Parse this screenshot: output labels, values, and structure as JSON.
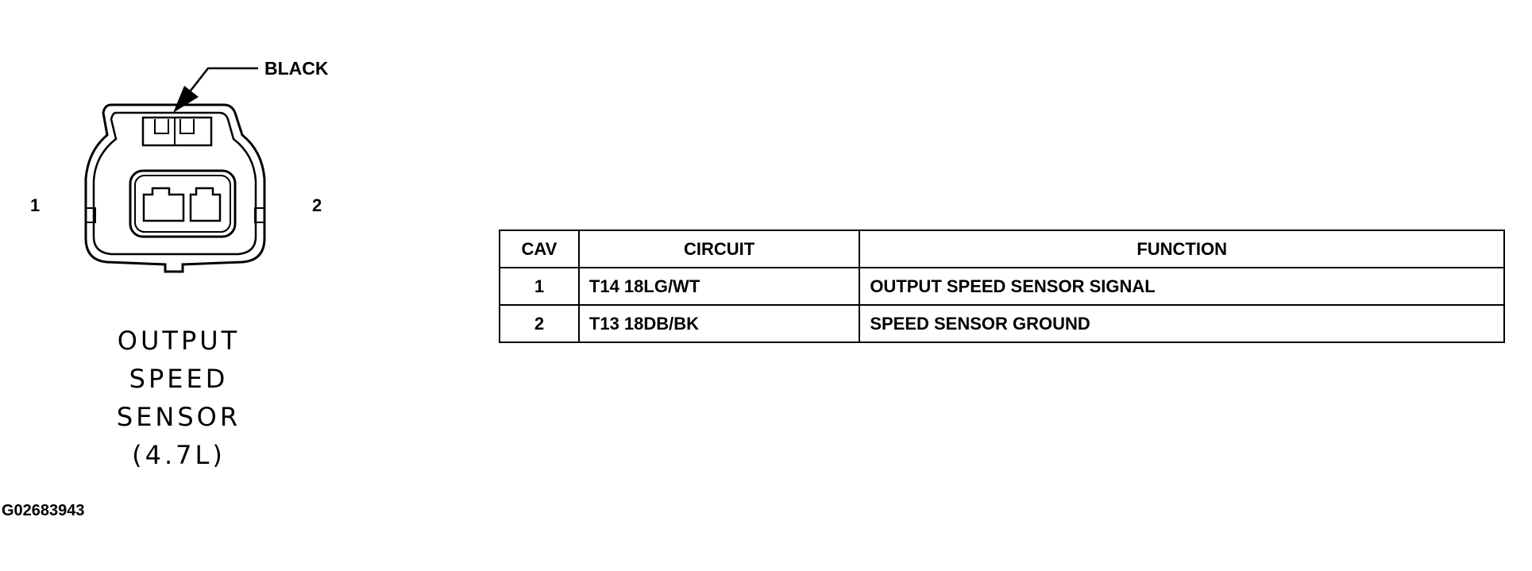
{
  "diagram": {
    "color_label": "BLACK",
    "pin_left": "1",
    "pin_right": "2",
    "component_name": [
      "OUTPUT",
      "SPEED",
      "SENSOR",
      "(4.7L)"
    ],
    "figure_id": "G02683943"
  },
  "table": {
    "headers": [
      "CAV",
      "CIRCUIT",
      "FUNCTION"
    ],
    "rows": [
      [
        "1",
        "T14 18LG/WT",
        "OUTPUT SPEED SENSOR SIGNAL"
      ],
      [
        "2",
        "T13 18DB/BK",
        "SPEED SENSOR GROUND"
      ]
    ]
  }
}
